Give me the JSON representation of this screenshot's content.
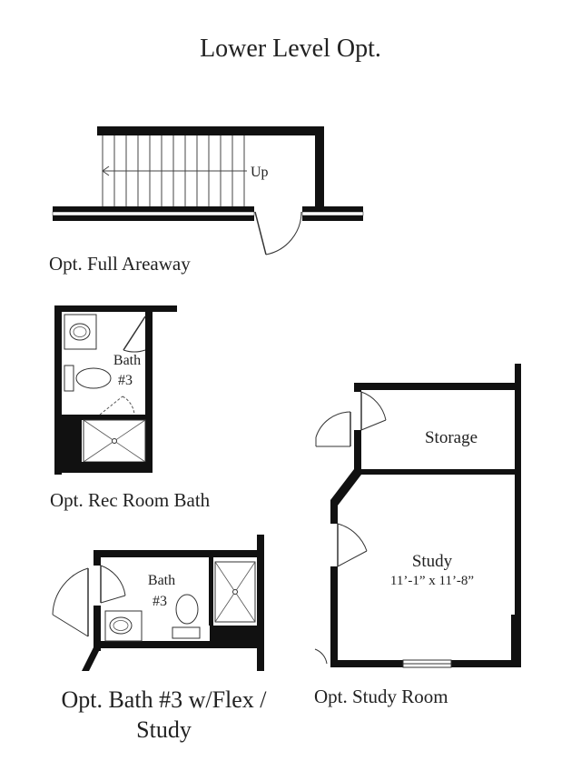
{
  "title": "Lower Level Opt.",
  "plans": {
    "areaway": {
      "label": "Opt. Full Areaway",
      "stair_label": "Up"
    },
    "rec_room_bath": {
      "label": "Opt. Rec Room Bath",
      "room_name": "Bath",
      "room_number": "#3"
    },
    "bath_flex": {
      "label": "Opt. Bath #3 w/Flex / Study",
      "room_name": "Bath",
      "room_number": "#3"
    },
    "study_room": {
      "label": "Opt. Study Room",
      "storage_label": "Storage",
      "study_label": "Study",
      "study_dimensions": "11’-1” x 11’-8”"
    }
  }
}
